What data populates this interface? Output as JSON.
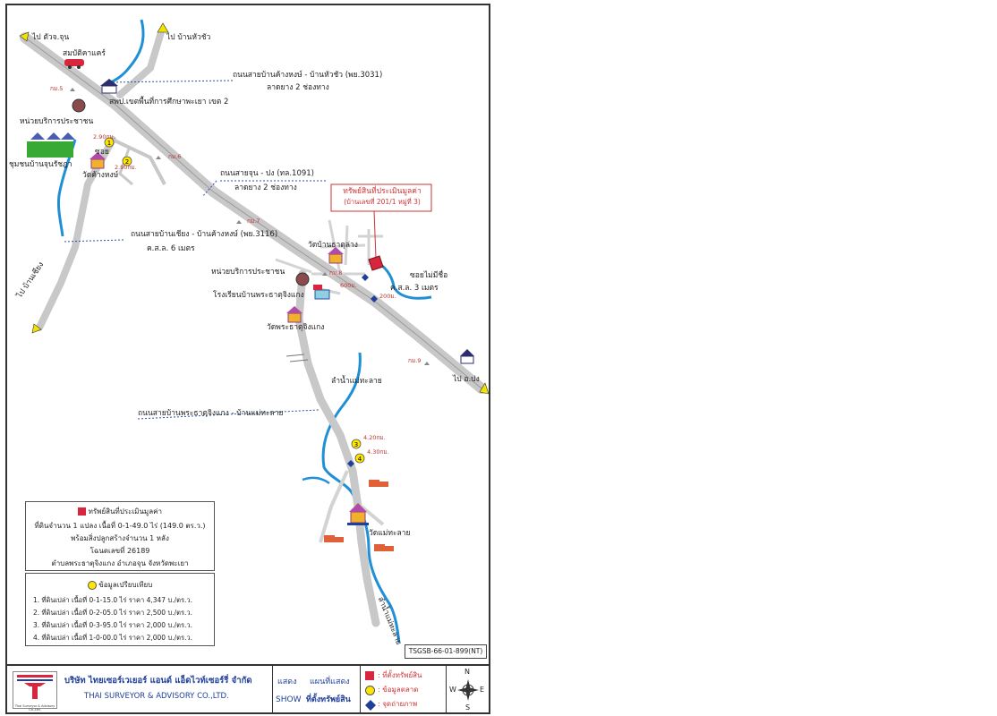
{
  "map": {
    "places": {
      "to_tuajun": "ไป ตัวจ.จุน",
      "to_ban_huachua": "ไป บ้านหัวชัว",
      "to_ban_chiang": "ไป บ้านเชียง",
      "to_pong": "ไป อ.ปง",
      "somboon_care": "สมบัติคาแคร์",
      "esa_office": "สพป.เขตพื้นที่การศึกษาพะเยา เขต 2",
      "service_unit_1": "หน่วยบริการประชาชน",
      "service_unit_2": "หน่วยบริการประชาชน",
      "community": "ชุมชนบ้านจุนรัชฎา",
      "wat_khanghong": "วัดค้างหงษ์",
      "wat_ban_thatang": "วัดบ้านธาตุล่าง",
      "school": "โรงเรียนบ้านพระธาตุจิงแกง",
      "wat_phrathat": "วัดพระธาตุจิงแกง",
      "river": "ลำน้ำแม่ทะลาย",
      "river_2": "ลำน้ำแม่ทะลาย",
      "wat_maethalai": "วัดแม่ทะลาย",
      "soi_maimichue": "ซอยไม่มีชื่อ",
      "soi_width": "ค.ส.ล. 3 เมตร",
      "soi_label": "ซอย"
    },
    "roads": {
      "road1_name": "ถนนสายบ้านค้างหงษ์ - บ้านหัวชัว (พย.3031)",
      "road1_surface": "ลาดยาง 2 ช่องทาง",
      "road2_name": "ถนนสายจุน - ปง (ทล.1091)",
      "road2_surface": "ลาดยาง 2 ช่องทาง",
      "road3_name": "ถนนสายบ้านเชียง - บ้านค้างหงษ์ (พย.3116)",
      "road3_surface": "ค.ส.ล. 6 เมตร",
      "road4_name": "ถนนสายบ้านพระธาตุจิงแกง - บ้านแม่ทะลาย"
    },
    "kilometers": [
      "กม.5",
      "กม.6",
      "กม.7",
      "กม.8",
      "กม.9"
    ],
    "distances": [
      "2.90กม.",
      "2.90กม.",
      "600ม.",
      "200ม.",
      "4.20กม.",
      "4.30กม."
    ],
    "comparison_points": [
      "1",
      "2",
      "3",
      "4"
    ],
    "subject": {
      "title": "ทรัพย์สินที่ประเมินมูลค่า",
      "subtitle": "(บ้านเลขที่ 201/1 หมู่ที่ 3)"
    },
    "reference_no": "TSGSB-66-01-899(NT)"
  },
  "legend_box": {
    "title": "ทรัพย์สินที่ประเมินมูลค่า",
    "lines": [
      "ที่ดินจำนวน 1 แปลง เนื้อที่ 0-1-49.0 ไร่ (149.0 ตร.ว.)",
      "พร้อมสิ่งปลูกสร้างจำนวน 1 หลัง",
      "โฉนดเลขที่ 26189",
      "ตำบลพระธาตุจิงแกง อำเภอจุน จังหวัดพะเยา"
    ]
  },
  "comparison": {
    "title": "ข้อมูลเปรียบเทียบ",
    "items": [
      "1. ที่ดินเปล่า เนื้อที่ 0-1-15.0 ไร่ ราคา 4,347 บ./ตร.ว.",
      "2. ที่ดินเปล่า เนื้อที่ 0-2-05.0 ไร่ ราคา 2,500 บ./ตร.ว.",
      "3. ที่ดินเปล่า เนื้อที่ 0-3-95.0 ไร่ ราคา 2,000 บ./ตร.ว.",
      "4. ที่ดินเปล่า เนื้อที่ 1-0-00.0 ไร่ ราคา 2,000 บ./ตร.ว."
    ]
  },
  "footer": {
    "company_th": "บริษัท ไทยเซอร์เวเยอร์ แอนด์ แอ็ดไวท์เซอร์รี่ จำกัด",
    "company_en": "THAI SURVEYOR & ADVISORY CO.,LTD.",
    "logo_caption": "Thai Surveyor & Advisory Co.,Ltd.",
    "show_th": "แสดง",
    "show_en": "SHOW",
    "map_title_1": "แผนที่แสดง",
    "map_title_2": "ที่ตั้งทรัพย์สิน",
    "legend": [
      {
        "label": ": ที่ตั้งทรัพย์สิน",
        "color": "#d7263d"
      },
      {
        "label": ": ข้อมูลตลาด",
        "color": "#ffe600"
      },
      {
        "label": ": จุดถ่ายภาพ",
        "color": "#1f3f9a"
      }
    ],
    "compass": {
      "n": "N",
      "s": "S",
      "e": "E",
      "w": "W"
    }
  }
}
